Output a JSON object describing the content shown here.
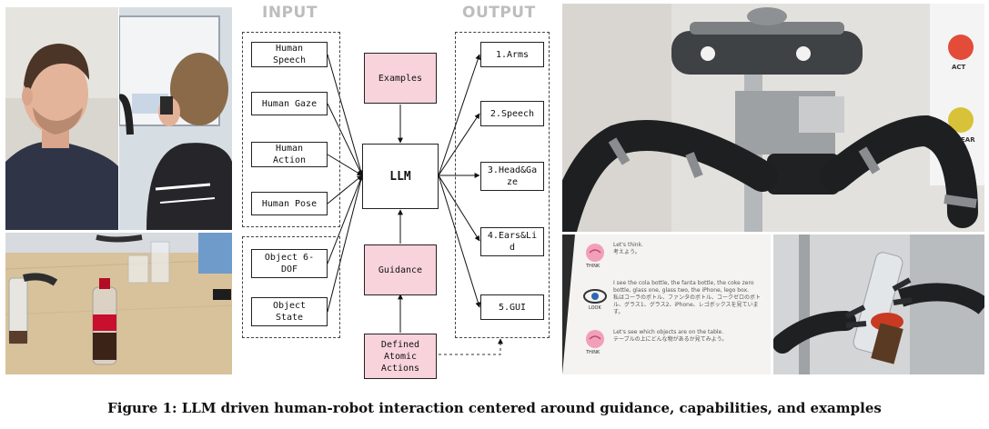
{
  "diagram": {
    "input_heading": "INPUT",
    "output_heading": "OUTPUT",
    "inputs": [
      "Human\nSpeech",
      "Human Gaze",
      "Human\nAction",
      "Human Pose"
    ],
    "object_inputs": [
      "Object 6-\nDOF",
      "Object\nState"
    ],
    "examples": "Examples",
    "llm": "LLM",
    "guidance": "Guidance",
    "atomic_actions": "Defined\nAtomic\nActions",
    "outputs": [
      "1.Arms",
      "2.Speech",
      "3.Head&Ga\nze",
      "4.Ears&Li\nd",
      "5.GUI"
    ]
  },
  "screen": {
    "think_label_1": "THINK",
    "look_label": "LOOK",
    "think_label_2": "THINK",
    "line_1": "Let's think.",
    "line_1_ja": "考えよう。",
    "line_2": "I see the cola bottle, the fanta bottle, the coke zero bottle, glass one, glass two, the iPhone, lego box.",
    "line_2_ja": "私はコーラのボトル、ファンタのボトル、コークゼロのボトル、グラス1、グラス2、iPhone、レゴボックスを見ています。",
    "line_3": "Let's see which objects are on the table.",
    "line_3_ja": "テーブルの上にどんな物があるか見てみよう。"
  },
  "wall_panel": {
    "act_label": "ACT",
    "ear_label": "EAR"
  },
  "caption": "Figure 1: LLM driven human-robot interaction centered around guidance, capabilities, and examples"
}
